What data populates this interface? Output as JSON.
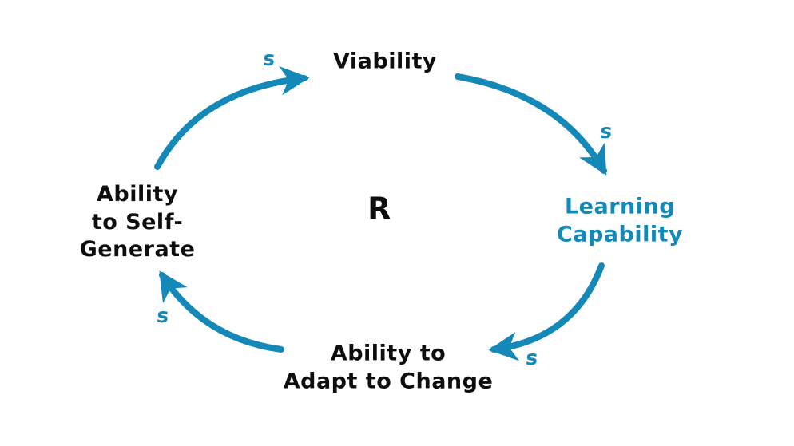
{
  "diagram": {
    "type": "causal-loop",
    "loop": {
      "label": "R",
      "meaning": "reinforcing-loop"
    },
    "colors": {
      "accent": "#1489B8",
      "text": "#0d0d0d",
      "background": "#ffffff"
    },
    "nodes": {
      "viability": {
        "label": "Viability",
        "color": "#0d0d0d"
      },
      "learning_capability": {
        "label": "Learning\nCapability",
        "color": "#1489B8"
      },
      "adapt_to_change": {
        "label": "Ability to\nAdapt to Change",
        "color": "#0d0d0d"
      },
      "self_generate": {
        "label": "Ability\nto Self-\nGenerate",
        "color": "#0d0d0d"
      }
    },
    "links": [
      {
        "from": "Ability to Self-Generate",
        "to": "Viability",
        "polarity": "s"
      },
      {
        "from": "Viability",
        "to": "Learning Capability",
        "polarity": "s"
      },
      {
        "from": "Learning Capability",
        "to": "Ability to Adapt to Change",
        "polarity": "s"
      },
      {
        "from": "Ability to Adapt to Change",
        "to": "Ability to Self-Generate",
        "polarity": "s"
      }
    ]
  }
}
